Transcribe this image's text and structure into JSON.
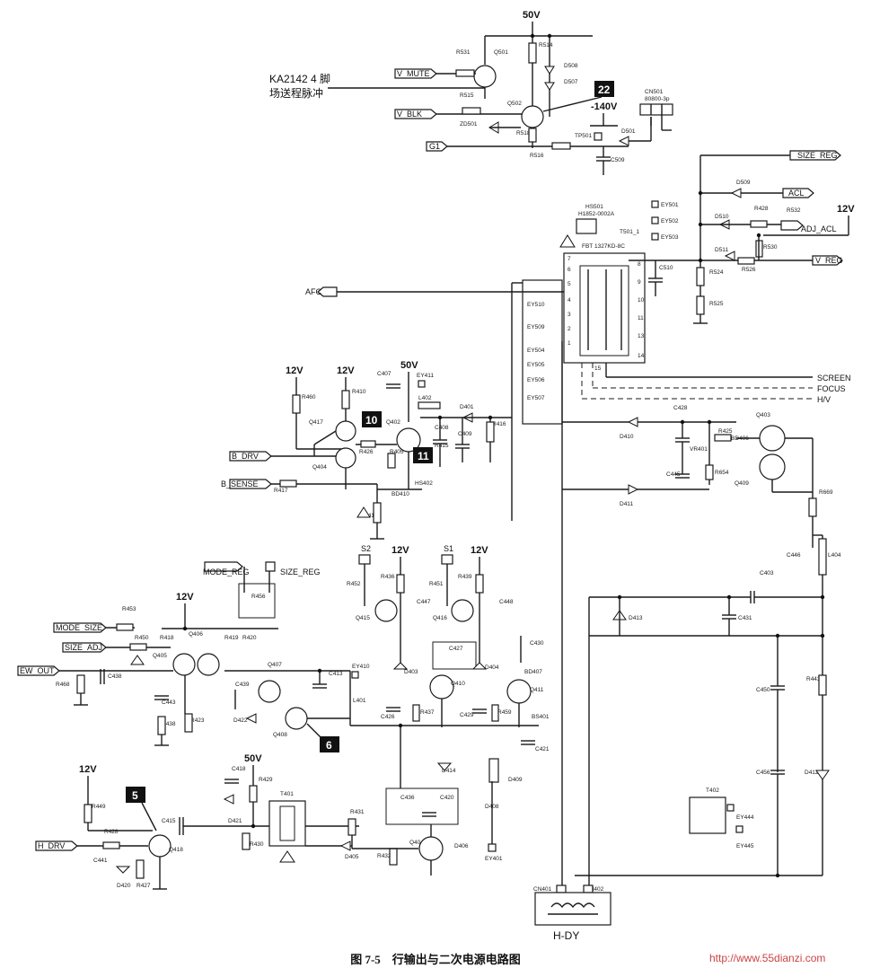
{
  "figure": {
    "caption_num": "图 7-5",
    "caption_text": "行输出与二次电源电路图",
    "watermark": "http://www.55dianzi.com"
  },
  "rails": {
    "v50_top": "50V",
    "v140": "-140V",
    "v12_right": "12V",
    "v12_a": "12V",
    "v12_b": "12V",
    "v50_mid": "50V",
    "v12_c": "12V",
    "v12_d": "12V",
    "v12_ew": "12V",
    "v12_h": "12V",
    "v50_low": "50V"
  },
  "nets": {
    "ka_line1": "KA2142 4 脚",
    "ka_line2": "场送程脉冲",
    "v_mute": "V_MUTE",
    "v_blk": "V_BLK",
    "g1": "G1",
    "size_reg": "SIZE_REG",
    "acl": "ACL",
    "adj_acl": "ADJ_ACL",
    "v_reg": "V_REG",
    "afc": "AFC",
    "screen": "SCREEN",
    "focus": "FOCUS",
    "hv": "H/V",
    "b_drv": "B_DRV",
    "b_sense": "B_SENSE",
    "mode_reg": "MODE_REG",
    "size_reg2": "SIZE_REG",
    "mode_size": "MODE_SIZE",
    "size_adj": "SIZE_ADJ",
    "ew_out": "EW_OUT",
    "h_drv": "H_DRV",
    "s2": "S2",
    "s1": "S1"
  },
  "badges": {
    "b22": "22",
    "b10": "10",
    "b11": "11",
    "b6": "6",
    "b5": "5"
  },
  "transformer": {
    "name": "T501_1",
    "part": "FBT 1327KD-8C",
    "hs": "HS501",
    "hs_part": "H1852-0002A"
  },
  "connector": {
    "cn501": "CN501",
    "cn_part": "80800-3p"
  },
  "hdy": "H-DY",
  "t401": "T401",
  "t402": "T402",
  "components": {
    "r531": "R531",
    "q501": "Q501",
    "r514": "R514",
    "d508": "D508",
    "d507": "D507",
    "r515": "R515",
    "zd501": "ZD501",
    "q502": "Q502",
    "r518": "R518",
    "r516": "R516",
    "tp501": "TP501",
    "d501": "D501",
    "c509": "C509",
    "d509": "D509",
    "d510": "D510",
    "r428": "R428",
    "r532": "R532",
    "d511": "D511",
    "r526": "R526",
    "r530": "R530",
    "ey501": "EY501",
    "ey502": "EY502",
    "ey503": "EY503",
    "c510": "C510",
    "r524": "R524",
    "r525": "R525",
    "ey510": "EY510",
    "ey509": "EY509",
    "ey504": "EY504",
    "ey505": "EY505",
    "ey506": "EY506",
    "ey507": "EY507",
    "r460": "R460",
    "r410": "R410",
    "c407": "C407",
    "ey411": "EY411",
    "l402": "L402",
    "q417": "Q417",
    "q402": "Q402",
    "d401": "D401",
    "c408": "C408",
    "c409": "C409",
    "r416": "R416",
    "r415": "R415",
    "q404": "Q404",
    "r426": "R426",
    "r405": "R405",
    "r417": "R417",
    "bd410": "BD410",
    "hs402": "HS402",
    "r413": "R413",
    "c428": "C428",
    "d410": "D410",
    "r425": "R425",
    "q403": "Q403",
    "vr401": "VR401",
    "bd406": "BD406",
    "q409": "Q409",
    "c445": "C445",
    "r654": "R654",
    "d411": "D411",
    "r669": "R669",
    "c446": "C446",
    "l404": "L404",
    "c403": "C403",
    "c431": "C431",
    "d413": "D413",
    "c450": "C450",
    "r443": "R443",
    "c456": "C456",
    "d412": "D412",
    "r452": "R452",
    "r436": "R436",
    "r451": "R451",
    "r439": "R439",
    "q415": "Q415",
    "c447": "C447",
    "q416": "Q416",
    "c448": "C448",
    "c427": "C427",
    "c430": "C430",
    "d403": "D403",
    "d404": "D404",
    "bd407": "BD407",
    "q410": "Q410",
    "q411": "Q411",
    "c426": "C426",
    "r437": "R437",
    "c429": "C429",
    "r459": "R459",
    "r456": "R456",
    "r453": "R453",
    "r450": "R450",
    "r418": "R418",
    "r419": "R419",
    "q405": "Q405",
    "q406": "Q406",
    "r420": "R420",
    "r468": "R468",
    "c438": "C438",
    "c443": "C443",
    "r438": "R438",
    "r423": "R423",
    "d422": "D422",
    "c439": "C439",
    "q407": "Q407",
    "q408": "Q408",
    "c413": "C413",
    "ey410": "EY410",
    "l401": "L401",
    "d414": "D414",
    "d409": "D409",
    "c421": "C421",
    "bs401": "BS401",
    "c436": "C436",
    "c420": "C420",
    "r431": "R431",
    "d405": "D405",
    "q404b": "Q404",
    "d406": "D406",
    "r432": "R432",
    "d408": "D408",
    "ey401": "EY401",
    "r449": "R449",
    "r428b": "R428",
    "c415": "C415",
    "q418": "Q418",
    "d420": "D420",
    "r427": "R427",
    "c441": "C441",
    "c418": "C418",
    "r429": "R429",
    "d421": "D421",
    "r430": "R430",
    "ey444": "EY444",
    "ey445": "EY445",
    "cn401": "CN401",
    "cn402": "CN402"
  }
}
